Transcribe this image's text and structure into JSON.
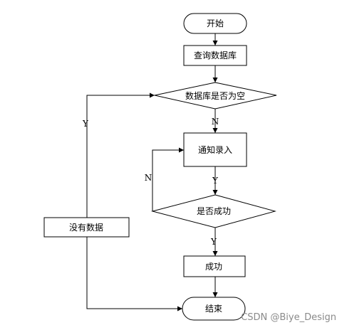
{
  "nodes": {
    "start": "开始",
    "query": "查询数据库",
    "check_empty": "数据库是否为空",
    "notify": "通知录入",
    "check_success": "是否成功",
    "success": "成功",
    "no_data": "没有数据",
    "end": "结束"
  },
  "edges": {
    "empty_no": "N",
    "empty_yes": "Y",
    "notify_y": "Y",
    "retry_n": "N",
    "success_y": "Y"
  },
  "watermark": "CSDN @Biye_Design"
}
